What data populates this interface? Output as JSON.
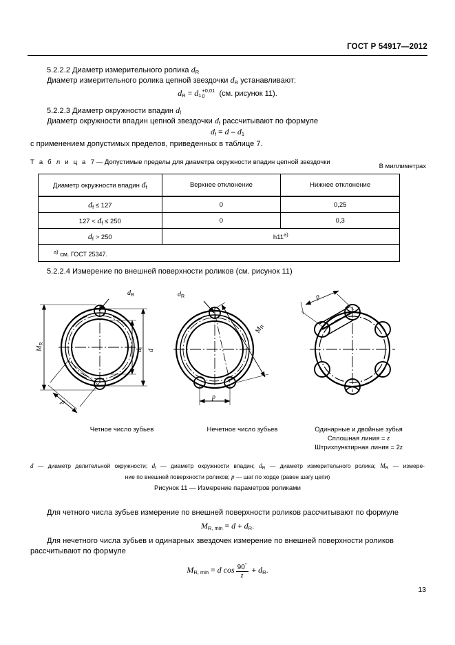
{
  "header": {
    "standard_number": "ГОСТ Р 54917—2012"
  },
  "sections": {
    "s5222": {
      "heading": "5.2.2.2  Диаметр измерительного ролика",
      "heading_var": "d",
      "heading_var_sub": "R",
      "body_pre": "Диаметр измерительного ролика цепной звездочки ",
      "body_var": "d",
      "body_var_sub": "R",
      "body_post": " устанавливают:",
      "formula": {
        "lhs": "d",
        "lhs_sub": "R",
        "eq": "=",
        "rhs": "d",
        "rhs_sub": "1",
        "tol_upper": "+0,01",
        "tol_lower": "0",
        "ref": "(см. рисунок 11)."
      }
    },
    "s5223": {
      "heading": "5.2.2.3  Диаметр окружности впадин",
      "heading_var": "d",
      "heading_var_sub": "f",
      "body_pre": "Диаметр окружности впадин цепной звездочки ",
      "body_var": "d",
      "body_var_sub": "f",
      "body_post": " рассчитывают по формуле",
      "formula": {
        "lhs": "d",
        "lhs_sub": "f",
        "eq": "=",
        "rhs1": "d",
        "minus": "–",
        "rhs2": "d",
        "rhs2_sub": "1"
      },
      "after": "с применением допустимых пределов, приведенных в таблице 7."
    },
    "s5224": {
      "heading": "5.2.2.4  Измерение по внешней поверхности роликов (см. рисунок 11)"
    }
  },
  "table7": {
    "label_spaced": "Т а б л и ц а",
    "number": "7",
    "dash": "—",
    "title": "Допустимые пределы для диаметра окружности впадин цепной звездочки",
    "units": "В миллиметрах",
    "columns": [
      {
        "text_pre": "Диаметр окружности впадин ",
        "var": "d",
        "var_sub": "f"
      },
      {
        "text_pre": "Верхнее отклонение",
        "var": "",
        "var_sub": ""
      },
      {
        "text_pre": "Нижнее отклонение",
        "var": "",
        "var_sub": ""
      }
    ],
    "rows": [
      {
        "range_pre": "",
        "range_var": "d",
        "range_sub": "f",
        "range_post": " ≤ 127",
        "upper": "0",
        "lower": "0,25",
        "span": false
      },
      {
        "range_pre": "127 < ",
        "range_var": "d",
        "range_sub": "f",
        "range_post": " ≤ 250",
        "upper": "0",
        "lower": "0,3",
        "span": false
      },
      {
        "range_pre": "",
        "range_var": "d",
        "range_sub": "f",
        "range_post": " > 250",
        "upper": "h11",
        "upper_sup": "a)",
        "lower": "",
        "span": true
      }
    ],
    "footnote": {
      "marker": "a)",
      "text": "см. ГОСТ 25347."
    }
  },
  "figure": {
    "labels": {
      "left": "Четное число зубьев",
      "middle": "Нечетное число зубьев",
      "right_line1": "Одинарные и двойные зубья",
      "right_line2_pre": "Сплошная линия = ",
      "right_line2_var": "z",
      "right_line3_pre": "Штрихпунктирная линия = 2",
      "right_line3_var": "z"
    },
    "dim_labels": {
      "dR": "d",
      "dR_sub": "R",
      "dF": "d",
      "dF_sub": "f",
      "d": "d",
      "MR": "M",
      "MR_sub": "R",
      "p": "p"
    },
    "legend_line1": "d — диаметр делительной окружности; df — диаметр окружности впадин; dR — диаметр измерительного ролика; MR — измере-",
    "legend_line2": "ние по внешней поверхности роликов; p — шаг по хорде (равен шагу цепи)",
    "caption": "Рисунок 11 — Измерение параметров роликами"
  },
  "bottom": {
    "para1": "Для четного числа зубьев измерение по внешней поверхности роликов рассчитывают по формуле",
    "formula1": {
      "lhs": "M",
      "lhs_sub": "R, min",
      "eq": "=",
      "d": "d",
      "plus": "+",
      "dR": "d",
      "dR_sub": "R",
      "period": "."
    },
    "para2_l1": "Для нечетного числа зубьев и одинарных звездочек измерение по внешней поверхности роликов",
    "para2_l2": "рассчитывают по формуле",
    "formula2": {
      "lhs": "M",
      "lhs_sub": "R, min",
      "eq": "=",
      "d": "d",
      "cos": "cos",
      "num": "90",
      "deg": "°",
      "den": "z",
      "plus": "+",
      "dR": "d",
      "dR_sub": "R",
      "period": "."
    }
  },
  "page_number": "13"
}
